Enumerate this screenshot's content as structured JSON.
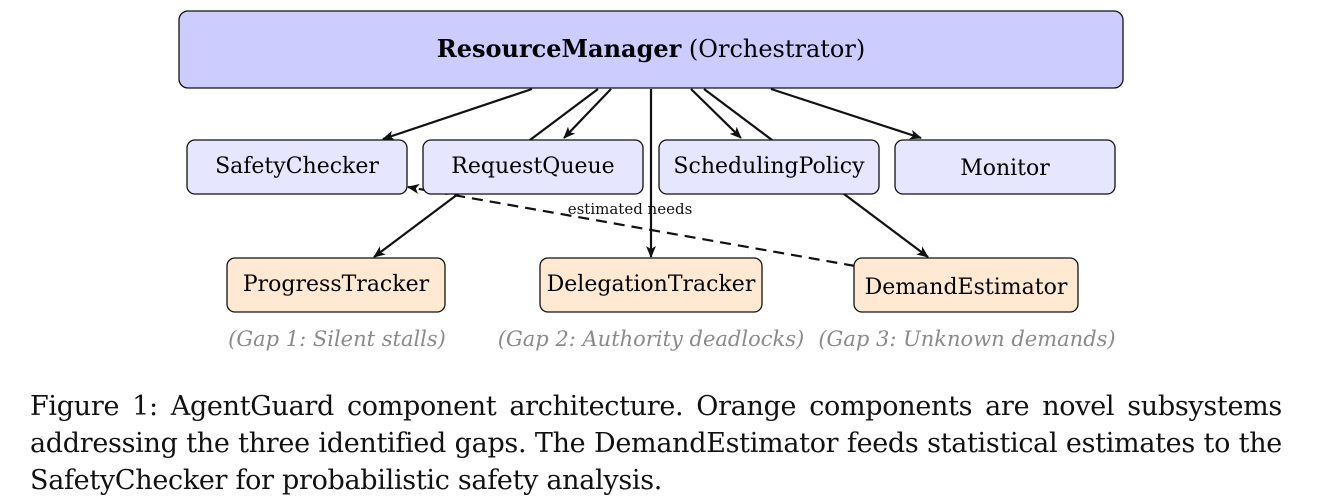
{
  "diagram": {
    "top_node": {
      "name": "ResourceManager",
      "suffix": " (Orchestrator)"
    },
    "core_nodes": [
      "SafetyChecker",
      "RequestQueue",
      "SchedulingPolicy",
      "Monitor"
    ],
    "novel_nodes": [
      "ProgressTracker",
      "DelegationTracker",
      "DemandEstimator"
    ],
    "gap_labels": [
      "(Gap 1: Silent stalls)",
      "(Gap 2: Authority deadlocks)",
      "(Gap 3: Unknown demands)"
    ],
    "edge_label": "estimated needs",
    "colors": {
      "top_fill": "#ccccff",
      "core_fill": "#e6e6ff",
      "novel_fill": "#ffe9d2",
      "stroke": "#111111",
      "gap_text": "#8a8a8a"
    }
  },
  "caption": {
    "text": "Figure 1: AgentGuard component architecture. Orange components are novel subsystems addressing the three identified gaps. The DemandEstimator feeds statistical estimates to the SafetyChecker for probabilistic safety analysis."
  }
}
